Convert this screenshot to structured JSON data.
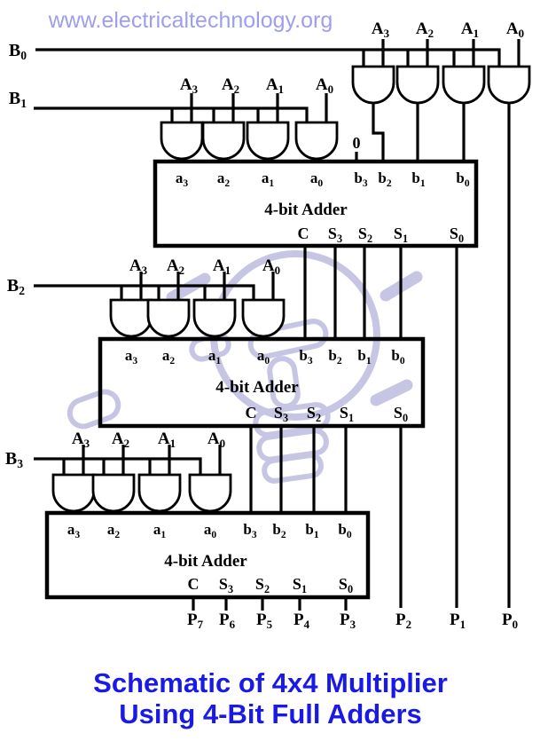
{
  "watermark": "www.electricaltechnology.org",
  "title": {
    "line1": "Schematic of 4x4 Multiplier",
    "line2": "Using 4-Bit Full Adders"
  },
  "labels": {
    "b": [
      {
        "base": "B",
        "sub": "0"
      },
      {
        "base": "B",
        "sub": "1"
      },
      {
        "base": "B",
        "sub": "2"
      },
      {
        "base": "B",
        "sub": "3"
      }
    ],
    "a": [
      {
        "base": "A",
        "sub": "3"
      },
      {
        "base": "A",
        "sub": "2"
      },
      {
        "base": "A",
        "sub": "1"
      },
      {
        "base": "A",
        "sub": "0"
      }
    ],
    "zero": "0",
    "adder_title": "4-bit Adder",
    "adder_inputs": [
      {
        "base": "a",
        "sub": "3"
      },
      {
        "base": "a",
        "sub": "2"
      },
      {
        "base": "a",
        "sub": "1"
      },
      {
        "base": "a",
        "sub": "0"
      },
      {
        "base": "b",
        "sub": "3"
      },
      {
        "base": "b",
        "sub": "2"
      },
      {
        "base": "b",
        "sub": "1"
      },
      {
        "base": "b",
        "sub": "0"
      }
    ],
    "adder_outputs": [
      {
        "base": "C",
        "sub": ""
      },
      {
        "base": "S",
        "sub": "3"
      },
      {
        "base": "S",
        "sub": "2"
      },
      {
        "base": "S",
        "sub": "1"
      },
      {
        "base": "S",
        "sub": "0"
      }
    ],
    "p": [
      {
        "base": "P",
        "sub": "7"
      },
      {
        "base": "P",
        "sub": "6"
      },
      {
        "base": "P",
        "sub": "5"
      },
      {
        "base": "P",
        "sub": "4"
      },
      {
        "base": "P",
        "sub": "3"
      },
      {
        "base": "P",
        "sub": "2"
      },
      {
        "base": "P",
        "sub": "1"
      },
      {
        "base": "P",
        "sub": "0"
      }
    ]
  },
  "colors": {
    "wire": "#000000",
    "watermark_text": "#9e9ef0",
    "bulb_watermark": "#c6c6e4",
    "title": "#1a1ae8",
    "background": "#ffffff"
  }
}
